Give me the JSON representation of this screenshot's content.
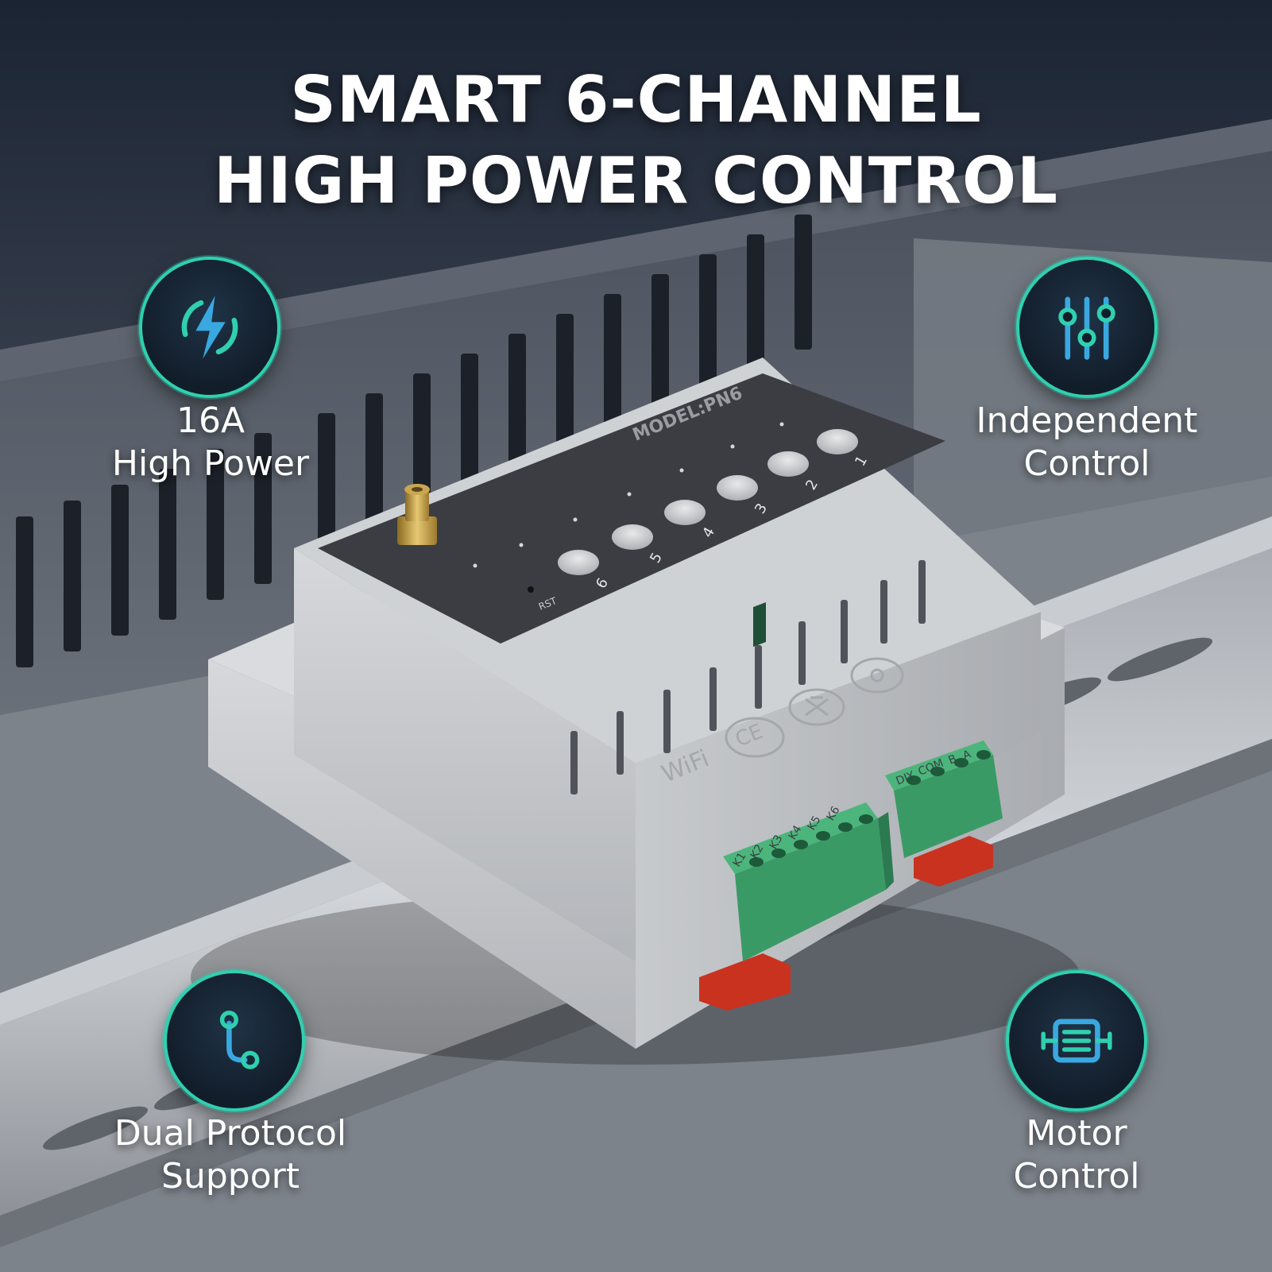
{
  "headline": {
    "line1": "SMART 6-CHANNEL",
    "line2": "HIGH POWER CONTROL"
  },
  "features": {
    "power": {
      "line1": "16A",
      "line2": "High Power",
      "icon": "lightning-bolt-icon"
    },
    "independent": {
      "line1": "Independent",
      "line2": "Control",
      "icon": "sliders-icon"
    },
    "protocol": {
      "line1": "Dual Protocol",
      "line2": "Support",
      "icon": "protocol-route-icon"
    },
    "motor": {
      "line1": "Motor",
      "line2": "Control",
      "icon": "motor-icon"
    }
  },
  "device": {
    "model": "MODEL:PN6",
    "reset_label": "RST",
    "channel_numbers": [
      "6",
      "5",
      "4",
      "3",
      "2",
      "1"
    ],
    "wifi_mark": "WiFi",
    "ce_mark": "CE",
    "relay_terminal_labels": [
      "K1",
      "K2",
      "K3",
      "K4",
      "K5",
      "K6"
    ],
    "diy_terminal_labels": [
      "DIY",
      "COM",
      "B",
      "A"
    ]
  },
  "colors": {
    "accent_teal": "#2fd0b0",
    "icon_blue": "#3aa8e0",
    "terminal_green": "#3a9a66",
    "clip_red": "#c9321f",
    "housing_gray": "#c9ccd0",
    "panel_dark": "#3b3d42"
  }
}
